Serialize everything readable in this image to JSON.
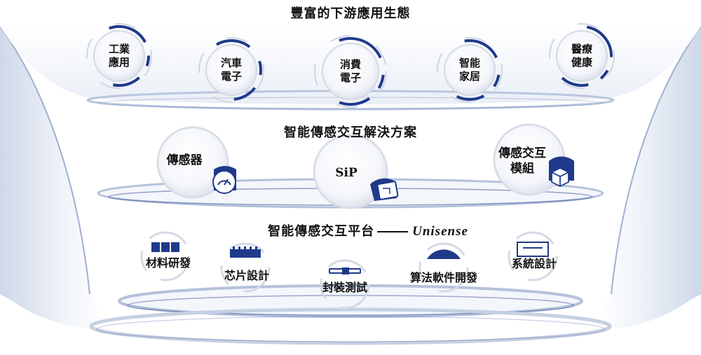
{
  "top": {
    "title": "豐富的下游應用生態",
    "apps": [
      {
        "line1": "工業",
        "line2": "應用"
      },
      {
        "line1": "汽車",
        "line2": "電子"
      },
      {
        "line1": "消費",
        "line2": "電子"
      },
      {
        "line1": "智能",
        "line2": "家居"
      },
      {
        "line1": "醫療",
        "line2": "健康"
      }
    ]
  },
  "middle": {
    "title": "智能傳感交互解決方案",
    "items": [
      {
        "line1": "傳感器",
        "line2": "",
        "icon": "gauge-icon"
      },
      {
        "line1": "SiP",
        "line2": "",
        "icon": "chip-icon"
      },
      {
        "line1": "傳感交互",
        "line2": "模組",
        "icon": "cube-icon"
      }
    ]
  },
  "bottom": {
    "title": "智能傳感交互平台",
    "brand": "Unisense",
    "items": [
      {
        "label": "材料研發",
        "icon": "material-icon"
      },
      {
        "label": "芯片設計",
        "icon": "chip-design-icon"
      },
      {
        "label": "封裝測試",
        "icon": "package-test-icon"
      },
      {
        "label": "算法軟件開發",
        "icon": "software-icon"
      },
      {
        "label": "系統設計",
        "icon": "system-icon"
      }
    ]
  },
  "colors": {
    "navy": "#1f3a8a",
    "ring": "#d4d9e3",
    "funnel_edge": "#b9c6de",
    "band_fill": "#eef2f8"
  }
}
